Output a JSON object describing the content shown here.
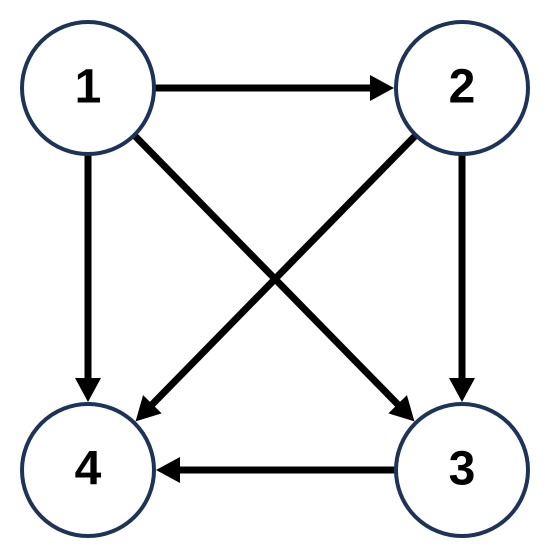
{
  "diagram": {
    "type": "directed-graph",
    "colors": {
      "node_stroke": "#1f3358",
      "node_fill": "#ffffff",
      "edge": "#000000",
      "label": "#000000"
    },
    "nodes": [
      {
        "id": "1",
        "label": "1"
      },
      {
        "id": "2",
        "label": "2"
      },
      {
        "id": "3",
        "label": "3"
      },
      {
        "id": "4",
        "label": "4"
      }
    ],
    "edges": [
      {
        "from": "1",
        "to": "2"
      },
      {
        "from": "1",
        "to": "4"
      },
      {
        "from": "1",
        "to": "3"
      },
      {
        "from": "2",
        "to": "4"
      },
      {
        "from": "2",
        "to": "3"
      },
      {
        "from": "3",
        "to": "4"
      }
    ]
  }
}
